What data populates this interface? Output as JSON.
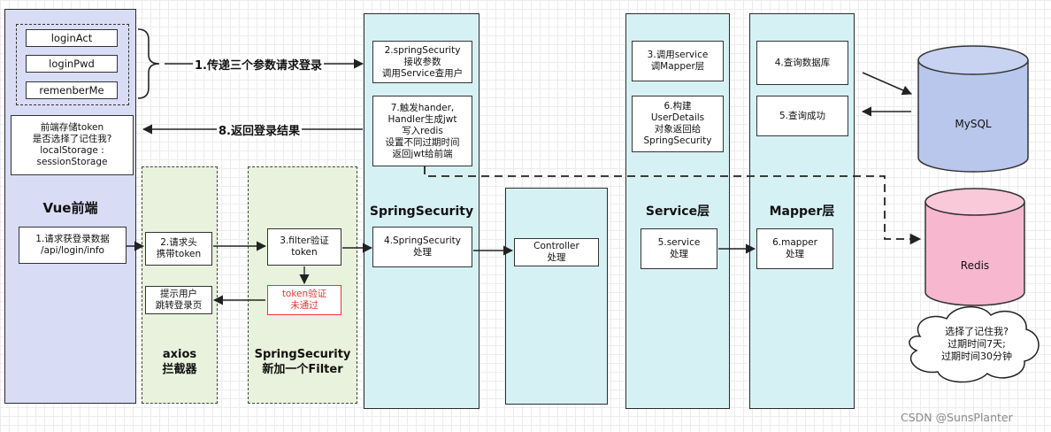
{
  "vue": {
    "params": [
      "loginAct",
      "loginPwd",
      "remenberMe"
    ],
    "store_box": "前端存储token\n是否选择了记住我?\nlocalStorage :\nsessionStorage",
    "title": "Vue前端",
    "request_box": "1.请求获登录数据\n/api/login/info"
  },
  "edges": {
    "step1": "1.传递三个参数请求登录",
    "step8": "8.返回登录结果"
  },
  "axios": {
    "box_header": "2.请求头\n携带token",
    "box_prompt": "提示用户\n跳转登录页",
    "title": "axios\n拦截器"
  },
  "filter": {
    "box_verify": "3.filter验证\ntoken",
    "box_fail": "token验证\n未通过",
    "title": "SpringSecurity\n新加一个Filter"
  },
  "springsecurity": {
    "box_receive": "2.springSecurity\n接收参数\n调用Service查用户",
    "box_handler": "7.触发hander,\nHandler生成jwt\n写入redis\n设置不同过期时间\n返回jwt给前端",
    "title": "SpringSecurity",
    "box_process": "4.SpringSecurity\n处理"
  },
  "controller": {
    "box": "Controller\n处理"
  },
  "service": {
    "box_call": "3.调用service\n调Mapper层",
    "box_build": "6.构建\nUserDetails\n对象返回给\nSpringSecurity",
    "title": "Service层",
    "box_process": "5.service\n处理"
  },
  "mapper": {
    "box_query": "4.查询数据库",
    "box_success": "5.查询成功",
    "title": "Mapper层",
    "box_process": "6.mapper\n处理"
  },
  "db": {
    "mysql": "MySQL",
    "redis": "Redis"
  },
  "cloud": {
    "text": "选择了记住我?\n过期时间7天;\n过期时间30分钟"
  },
  "watermark": "CSDN @SunsPlanter",
  "colors": {
    "vue_lane": "#d9dcf5",
    "cyan_lane": "#d6f1f4",
    "green_lane": "#e9f2dc",
    "mysql": "#b9c7ec",
    "redis": "#f7b8cf",
    "error_text": "#e53935"
  }
}
